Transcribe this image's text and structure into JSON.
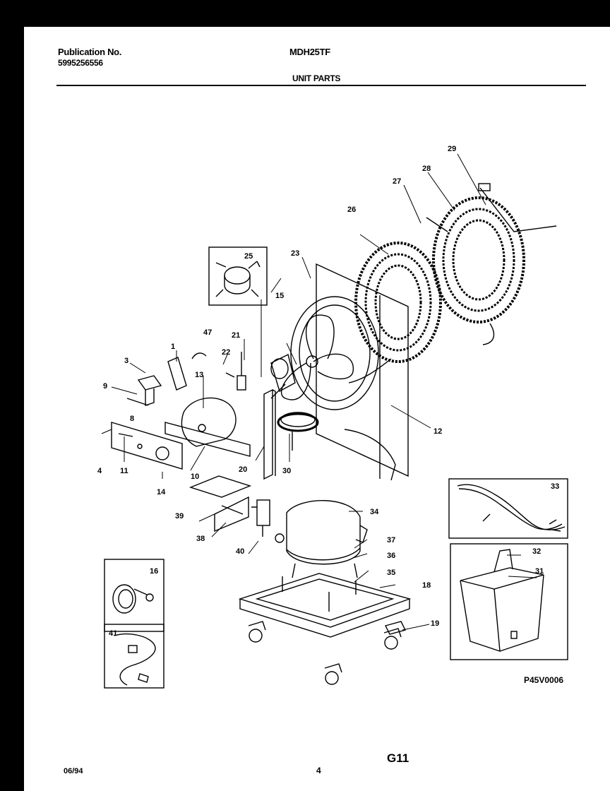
{
  "header": {
    "publication_label": "Publication No.",
    "publication_number": "5995256556",
    "model": "MDH25TF",
    "section": "UNIT PARTS"
  },
  "callouts": [
    "1",
    "3",
    "4",
    "8",
    "9",
    "10",
    "11",
    "12",
    "13",
    "14",
    "15",
    "16",
    "18",
    "19",
    "20",
    "21",
    "22",
    "23",
    "25",
    "26",
    "27",
    "28",
    "29",
    "30",
    "31",
    "32",
    "33",
    "34",
    "35",
    "36",
    "37",
    "38",
    "39",
    "40",
    "41",
    "47"
  ],
  "figure_code": "P45V0006",
  "footer": {
    "date": "06/94",
    "page": "4",
    "code": "G11"
  }
}
